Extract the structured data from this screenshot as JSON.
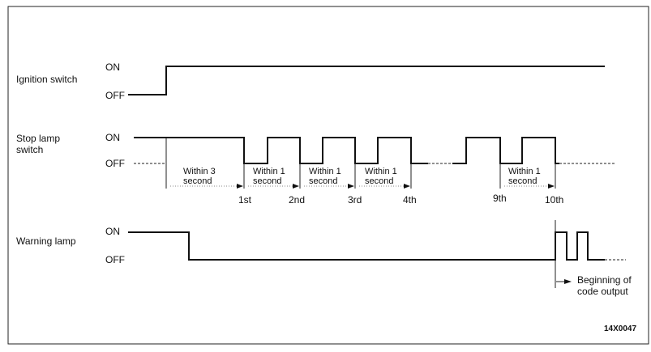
{
  "signals": {
    "ignition": {
      "label": "Ignition switch",
      "on": "ON",
      "off": "OFF"
    },
    "stop_lamp": {
      "label_line1": "Stop lamp",
      "label_line2": "switch",
      "on": "ON",
      "off": "OFF"
    },
    "warning_lamp": {
      "label": "Warning lamp",
      "on": "ON",
      "off": "OFF"
    }
  },
  "intervals": [
    {
      "line1": "Within 3",
      "line2": "second"
    },
    {
      "line1": "Within 1",
      "line2": "second"
    },
    {
      "line1": "Within 1",
      "line2": "second"
    },
    {
      "line1": "Within 1",
      "line2": "second"
    },
    {
      "line1": "Within 1",
      "line2": "second"
    }
  ],
  "presses": [
    "1st",
    "2nd",
    "3rd",
    "4th",
    "9th",
    "10th"
  ],
  "annotation": {
    "line1": "Beginning of",
    "line2": "code output"
  },
  "figure_id": "14X0047"
}
